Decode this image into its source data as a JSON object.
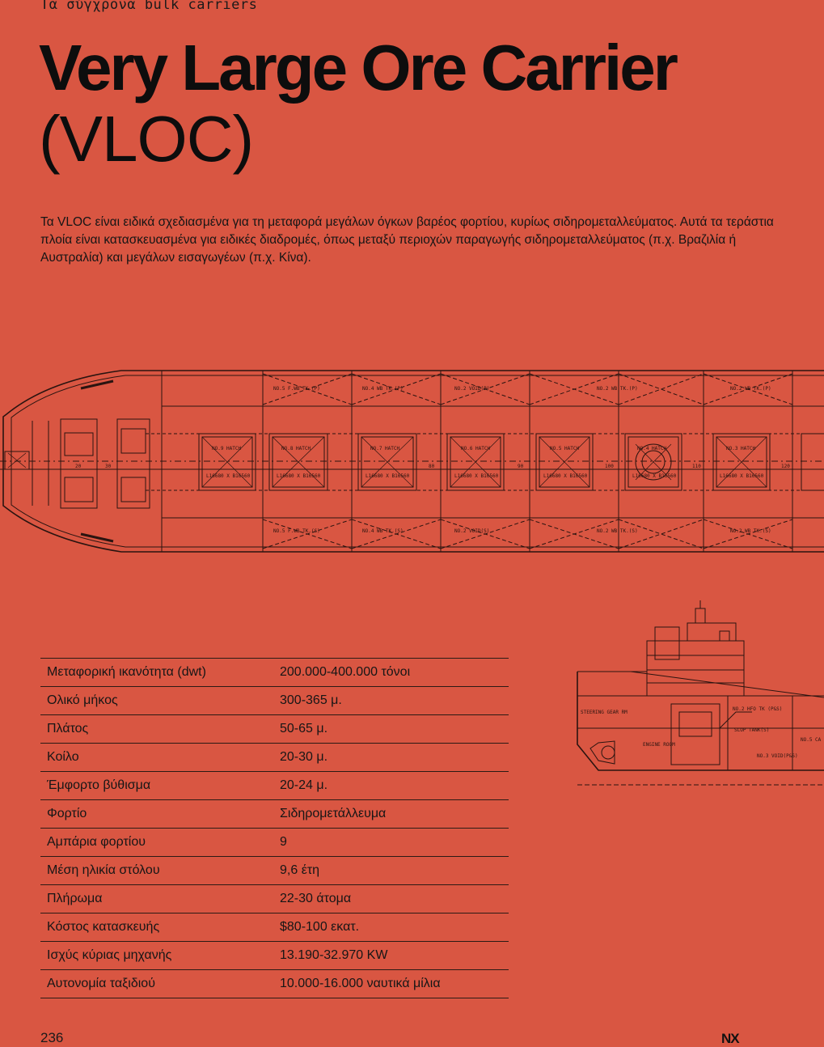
{
  "header": {
    "section_label": "Τα σύγχρονα bulk carriers",
    "title_line1": "Very Large Ore Carrier",
    "title_line2": "(VLOC)"
  },
  "intro": "Τα VLOC είναι ειδικά σχεδιασμένα για τη μεταφορά μεγάλων όγκων βαρέος φορτίου, κυρίως σιδηρομεταλλεύματος. Αυτά τα τεράστια πλοία είναι κατασκευασμένα για ειδικές διαδρομές, όπως μεταξύ περιοχών παραγωγής σιδηρομεταλλεύματος (π.χ. Βραζιλία ή Αυστραλία) και μεγάλων εισαγωγέων (π.χ. Κίνα).",
  "plan_drawing": {
    "hatches": [
      "NO.9 HATCH",
      "NO.8 HATCH",
      "NO.7 HATCH",
      "NO.6 HATCH",
      "NO.5 HATCH",
      "NO.4 HATCH",
      "NO.3 HATCH"
    ],
    "hatch_size": "L16680 X B16560",
    "wb_top": [
      "NO.5 F.WB TK.(P)",
      "NO.4 WB TK.(P)",
      "NO.2 VOID(P)",
      "NO.2 WB TK.(P)",
      "NO.2 WB TK.(P)"
    ],
    "wb_bottom": [
      "NO.5 F.WB TK.(S)",
      "NO.4 WB TK.(S)",
      "NO.2 VOID(S)",
      "NO.2 WB TK.(S)",
      "NO.2 WB TK.(S)"
    ],
    "frames": [
      "20",
      "30",
      "80",
      "90",
      "100",
      "110",
      "120"
    ]
  },
  "profile_drawing": {
    "labels": [
      "STEERING GEAR RM",
      "ENGINE ROOM",
      "NO.2 HFO TK (P&S)",
      "SLOP TANK(S)",
      "NO.3 VOID(P&S)",
      "NO.5 CA"
    ]
  },
  "specs": [
    {
      "label": "Μεταφορική ικανότητα (dwt)",
      "value": "200.000-400.000 τόνοι"
    },
    {
      "label": "Ολικό μήκος",
      "value": "300-365 μ."
    },
    {
      "label": "Πλάτος",
      "value": "50-65 μ."
    },
    {
      "label": "Κοίλο",
      "value": "20-30 μ."
    },
    {
      "label": "Έμφορτο βύθισμα",
      "value": "20-24 μ."
    },
    {
      "label": "Φορτίο",
      "value": "Σιδηρομετάλλευμα"
    },
    {
      "label": "Αμπάρια φορτίου",
      "value": "9"
    },
    {
      "label": "Μέση ηλικία στόλου",
      "value": "9,6 έτη"
    },
    {
      "label": "Πλήρωμα",
      "value": "22-30 άτομα"
    },
    {
      "label": "Κόστος κατασκευής",
      "value": "$80-100 εκατ."
    },
    {
      "label": "Ισχύς κύριας μηχανής",
      "value": "13.190-32.970 KW"
    },
    {
      "label": "Αυτονομία ταξιδιού",
      "value": "10.000-16.000 ναυτικά μίλια"
    }
  ],
  "footer": {
    "page_number": "236",
    "brand": "NX"
  }
}
